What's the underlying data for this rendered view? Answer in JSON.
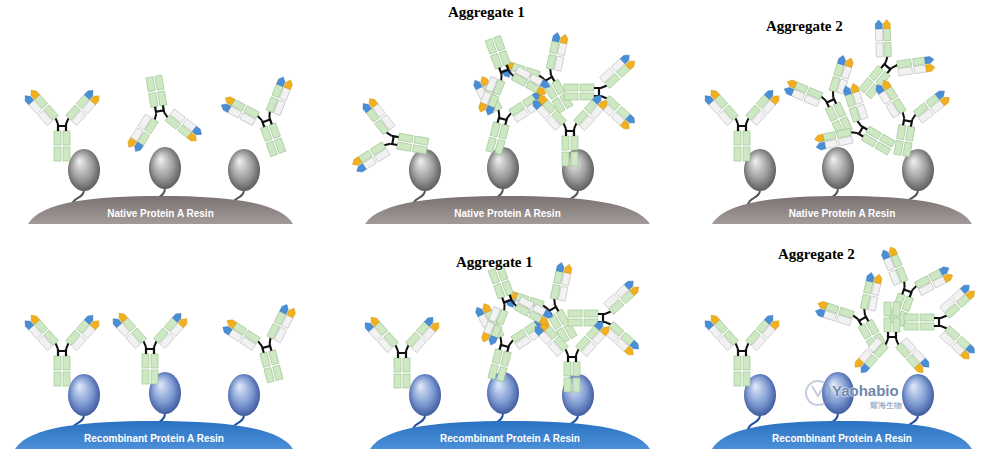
{
  "diagram": {
    "nodes": [
      {
        "text": [
          "Native Protein A Resin"
        ]
      },
      {
        "text": [
          "Native Protein A Resin"
        ]
      },
      {
        "text": [
          "Native Protein A Resin"
        ]
      },
      {
        "text": [
          "Recombinant Protein A Resin"
        ]
      },
      {
        "text": [
          "Recombinant Protein A Resin"
        ]
      },
      {
        "text": [
          "Recombinant Protein A Resin"
        ]
      }
    ],
    "labels": [
      "Aggregate 1",
      "Aggregate 2",
      "Aggregate 1",
      "Aggregate 2",
      "Yaohabio",
      "耀海生物"
    ]
  }
}
